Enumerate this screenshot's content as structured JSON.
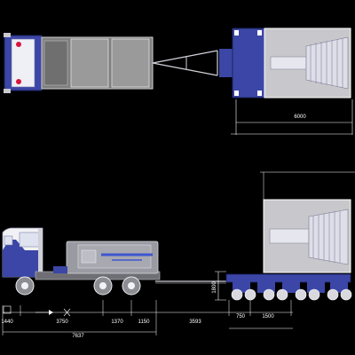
{
  "drawing": {
    "background": "#000000",
    "colors": {
      "cab_blue": "#3b46a6",
      "cab_white": "#f2f2f6",
      "steel_grey": "#9a9aa2",
      "panel_grey": "#8c8c8c",
      "cargo_blue": "#3d57cf",
      "rotor_white": "#dcdce6",
      "dimension_white": "#ffffff",
      "container_fill": "#c8c8cc"
    },
    "dimensions": {
      "top_length": "6000",
      "side_cargo_height": "1800",
      "bottom": [
        "1440",
        "3750",
        "1370",
        "1150",
        "3593",
        "750",
        "1500"
      ],
      "total_length": "7637"
    },
    "icons": [
      "truck-top-view",
      "truck-side-view",
      "turbine-rotor",
      "multi-axle-trailer",
      "drawbar"
    ]
  }
}
